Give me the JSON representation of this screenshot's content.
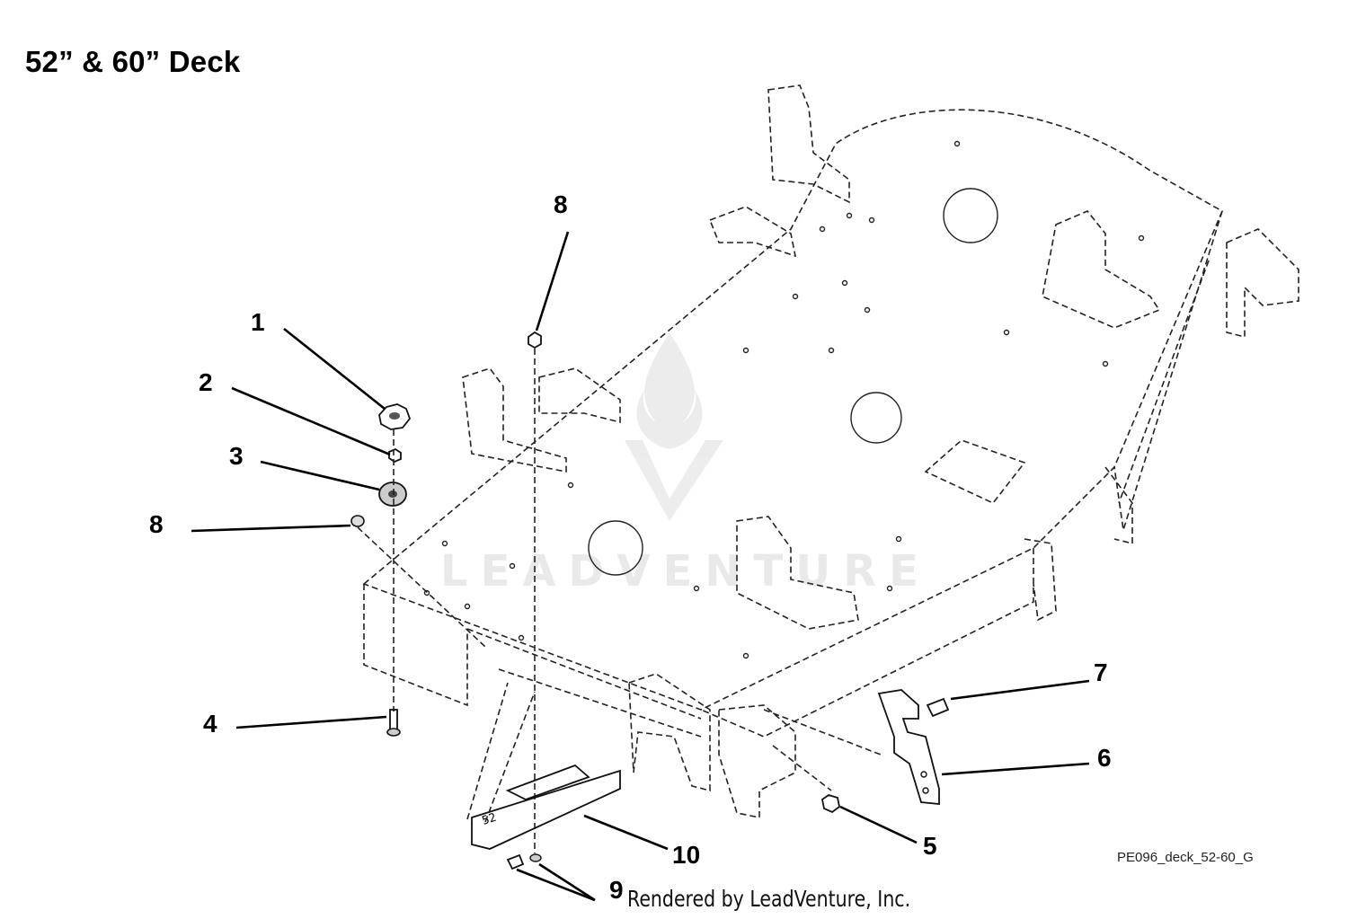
{
  "title": "52” & 60” Deck",
  "drawing_id": "PE096_deck_52-60_G",
  "rendered_by": "Rendered by LeadVenture, Inc.",
  "watermark_text": "LEADVENTURE",
  "callouts": [
    {
      "id": "c1",
      "label": "1"
    },
    {
      "id": "c2",
      "label": "2"
    },
    {
      "id": "c3",
      "label": "3"
    },
    {
      "id": "c8a",
      "label": "8"
    },
    {
      "id": "c8b",
      "label": "8"
    },
    {
      "id": "c4",
      "label": "4"
    },
    {
      "id": "c7",
      "label": "7"
    },
    {
      "id": "c6",
      "label": "6"
    },
    {
      "id": "c5",
      "label": "5"
    },
    {
      "id": "c10",
      "label": "10"
    },
    {
      "id": "c9",
      "label": "9"
    }
  ],
  "deck_stamp": "52"
}
